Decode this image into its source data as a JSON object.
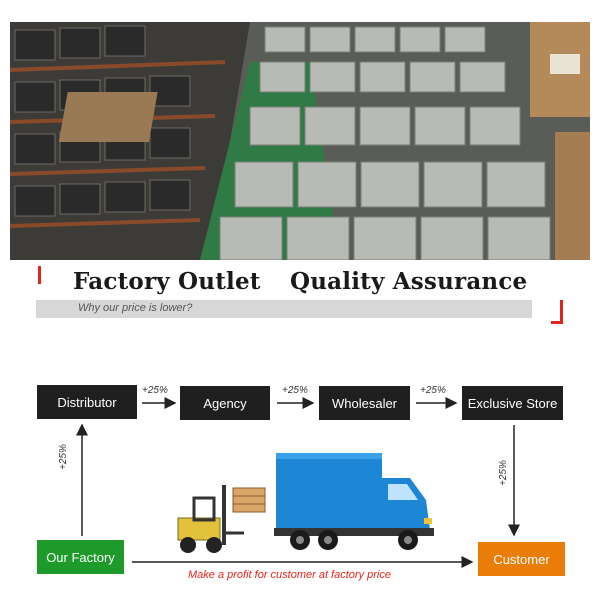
{
  "banner": {
    "headline_left": "Factory Outlet",
    "headline_right": "Quality Assurance",
    "subtitle": "Why our price is lower?"
  },
  "flow": {
    "distributor": "Distributor",
    "agency": "Agency",
    "wholesaler": "Wholesaler",
    "exclusive_store": "Exclusive Store",
    "our_factory": "Our Factory",
    "customer": "Customer",
    "markup_dist_agency": "+25%",
    "markup_agency_wholesaler": "+25%",
    "markup_wholesaler_store": "+25%",
    "markup_factory_dist": "+25%",
    "markup_store_customer": "+25%",
    "profit_note": "Make a profit for customer at factory price"
  },
  "colors": {
    "accent_red": "#e0261c",
    "factory_green": "#1e9a2b",
    "customer_orange": "#ea7d08",
    "dark_box": "#1f1f1f",
    "truck_blue": "#1d87d6"
  }
}
